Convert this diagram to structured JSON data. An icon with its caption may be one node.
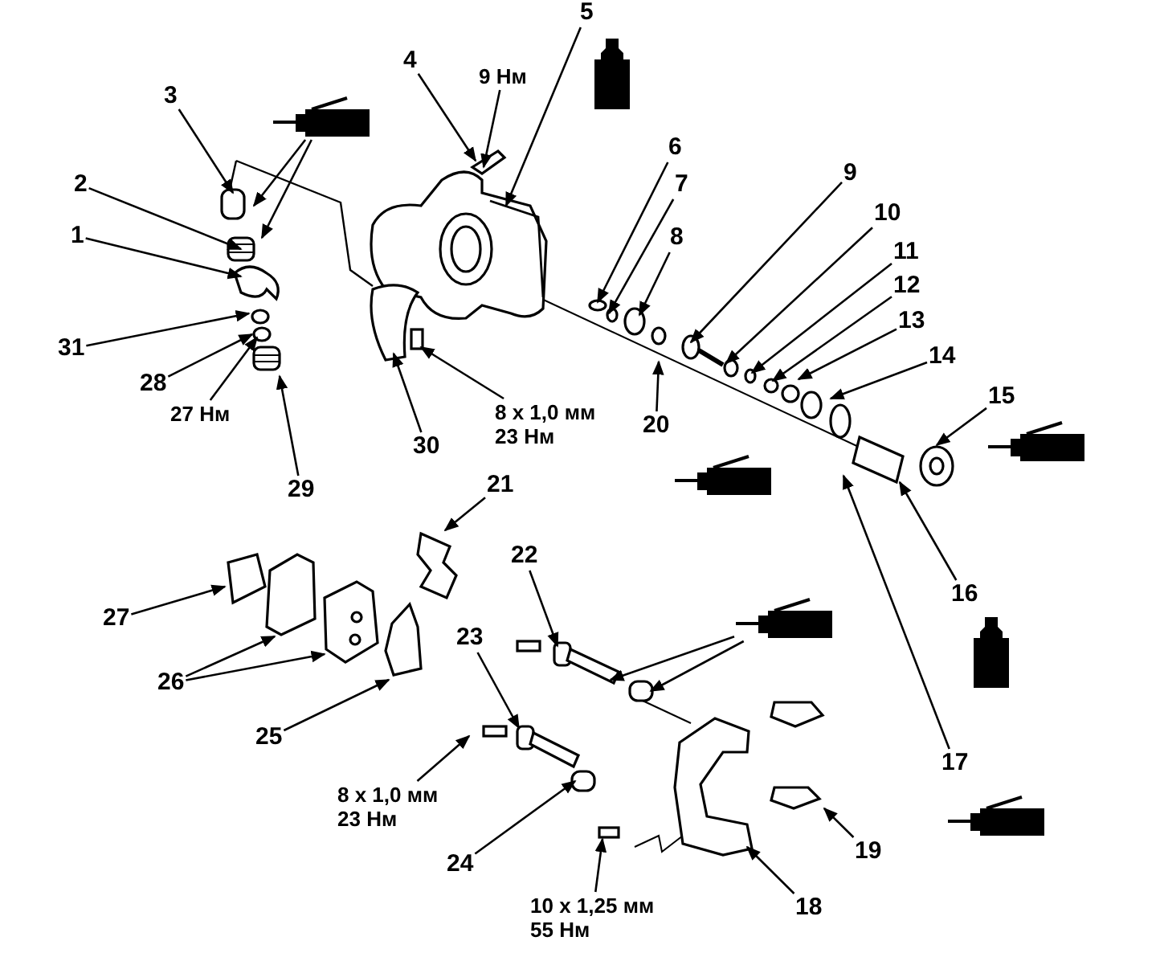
{
  "diagram": {
    "nodes": [
      {
        "text": [
          "5"
        ]
      },
      {
        "text": [
          "4"
        ]
      },
      {
        "text": [
          "9 Нм"
        ]
      },
      {
        "text": [
          "3"
        ]
      },
      {
        "text": [],
        "shape": "picture"
      },
      {
        "text": [
          "6"
        ]
      },
      {
        "text": [
          "7"
        ]
      },
      {
        "text": [
          "9"
        ]
      },
      {
        "text": [
          "2"
        ]
      },
      {
        "text": [
          "10"
        ]
      },
      {
        "text": [
          "1"
        ]
      },
      {
        "text": [
          "8"
        ]
      },
      {
        "text": [
          "11"
        ]
      },
      {
        "text": [
          "12"
        ]
      },
      {
        "text": [
          "13"
        ]
      },
      {
        "text": [
          "31"
        ]
      },
      {
        "text": [
          "14"
        ]
      },
      {
        "text": [
          "28"
        ]
      },
      {
        "text": [
          "15"
        ]
      },
      {
        "text": [
          "27 Нм"
        ]
      },
      {
        "text": [
          "8 x 1,0 мм",
          "23 Нм"
        ]
      },
      {
        "text": [
          "20"
        ]
      },
      {
        "text": [
          "30"
        ]
      },
      {
        "text": [
          "29"
        ]
      },
      {
        "text": [
          "21"
        ]
      },
      {
        "text": [
          "22"
        ]
      },
      {
        "text": [
          "16"
        ]
      },
      {
        "text": [
          "27"
        ]
      },
      {
        "text": [],
        "shape": "picture"
      },
      {
        "text": [
          "23"
        ]
      },
      {
        "text": [
          "26"
        ]
      },
      {
        "text": [
          "25"
        ]
      },
      {
        "text": [
          "17"
        ]
      },
      {
        "text": [
          "8 x 1,0 мм",
          "23 Нм"
        ]
      },
      {
        "text": [
          "19"
        ]
      },
      {
        "text": [
          "24"
        ]
      },
      {
        "text": [
          "18"
        ]
      },
      {
        "text": [
          "10 х 1,25 мм",
          "55 Нм"
        ]
      }
    ],
    "edges": [
      {
        "from": 0,
        "to": null,
        "arrow": "to"
      },
      {
        "from": 1,
        "to": null,
        "arrow": "to"
      },
      {
        "from": 2,
        "to": null,
        "arrow": "to"
      },
      {
        "from": 3,
        "to": null,
        "arrow": "to"
      },
      {
        "from": 4,
        "to": null,
        "arrow": "to"
      },
      {
        "from": 4,
        "to": null,
        "arrow": "to"
      },
      {
        "from": 5,
        "to": null,
        "arrow": "to"
      },
      {
        "from": 6,
        "to": null,
        "arrow": "to"
      },
      {
        "from": 7,
        "to": null,
        "arrow": "to"
      },
      {
        "from": 8,
        "to": null,
        "arrow": "to"
      },
      {
        "from": 9,
        "to": null,
        "arrow": "to"
      },
      {
        "from": 10,
        "to": null,
        "arrow": "to"
      },
      {
        "from": 11,
        "to": null,
        "arrow": "to"
      },
      {
        "from": 12,
        "to": null,
        "arrow": "to"
      },
      {
        "from": 13,
        "to": null,
        "arrow": "to"
      },
      {
        "from": 14,
        "to": null,
        "arrow": "to"
      },
      {
        "from": 15,
        "to": null,
        "arrow": "to"
      },
      {
        "from": 16,
        "to": null,
        "arrow": "to"
      },
      {
        "from": 17,
        "to": null,
        "arrow": "to"
      },
      {
        "from": 18,
        "to": null,
        "arrow": "to"
      },
      {
        "from": 19,
        "to": null,
        "arrow": "to"
      },
      {
        "from": 20,
        "to": null,
        "arrow": "to"
      },
      {
        "from": 21,
        "to": null,
        "arrow": "to"
      },
      {
        "from": 22,
        "to": null,
        "arrow": "to"
      },
      {
        "from": 23,
        "to": null,
        "arrow": "to"
      },
      {
        "from": 24,
        "to": null,
        "arrow": "to"
      },
      {
        "from": 25,
        "to": null,
        "arrow": "to"
      },
      {
        "from": 26,
        "to": null,
        "arrow": "to"
      },
      {
        "from": 27,
        "to": null,
        "arrow": "to"
      },
      {
        "from": 28,
        "to": null,
        "arrow": "to"
      },
      {
        "from": 28,
        "to": null,
        "arrow": "to"
      },
      {
        "from": 29,
        "to": null,
        "arrow": "to"
      },
      {
        "from": 30,
        "to": null,
        "arrow": "to"
      },
      {
        "from": 30,
        "to": null,
        "arrow": "to"
      },
      {
        "from": 31,
        "to": null,
        "arrow": "to"
      },
      {
        "from": 32,
        "to": null,
        "arrow": "to"
      },
      {
        "from": 33,
        "to": null,
        "arrow": "to"
      },
      {
        "from": 34,
        "to": null,
        "arrow": "to"
      },
      {
        "from": 35,
        "to": null,
        "arrow": "to"
      },
      {
        "from": 36,
        "to": null,
        "arrow": "to"
      },
      {
        "from": 37,
        "to": null,
        "arrow": "to"
      }
    ]
  }
}
